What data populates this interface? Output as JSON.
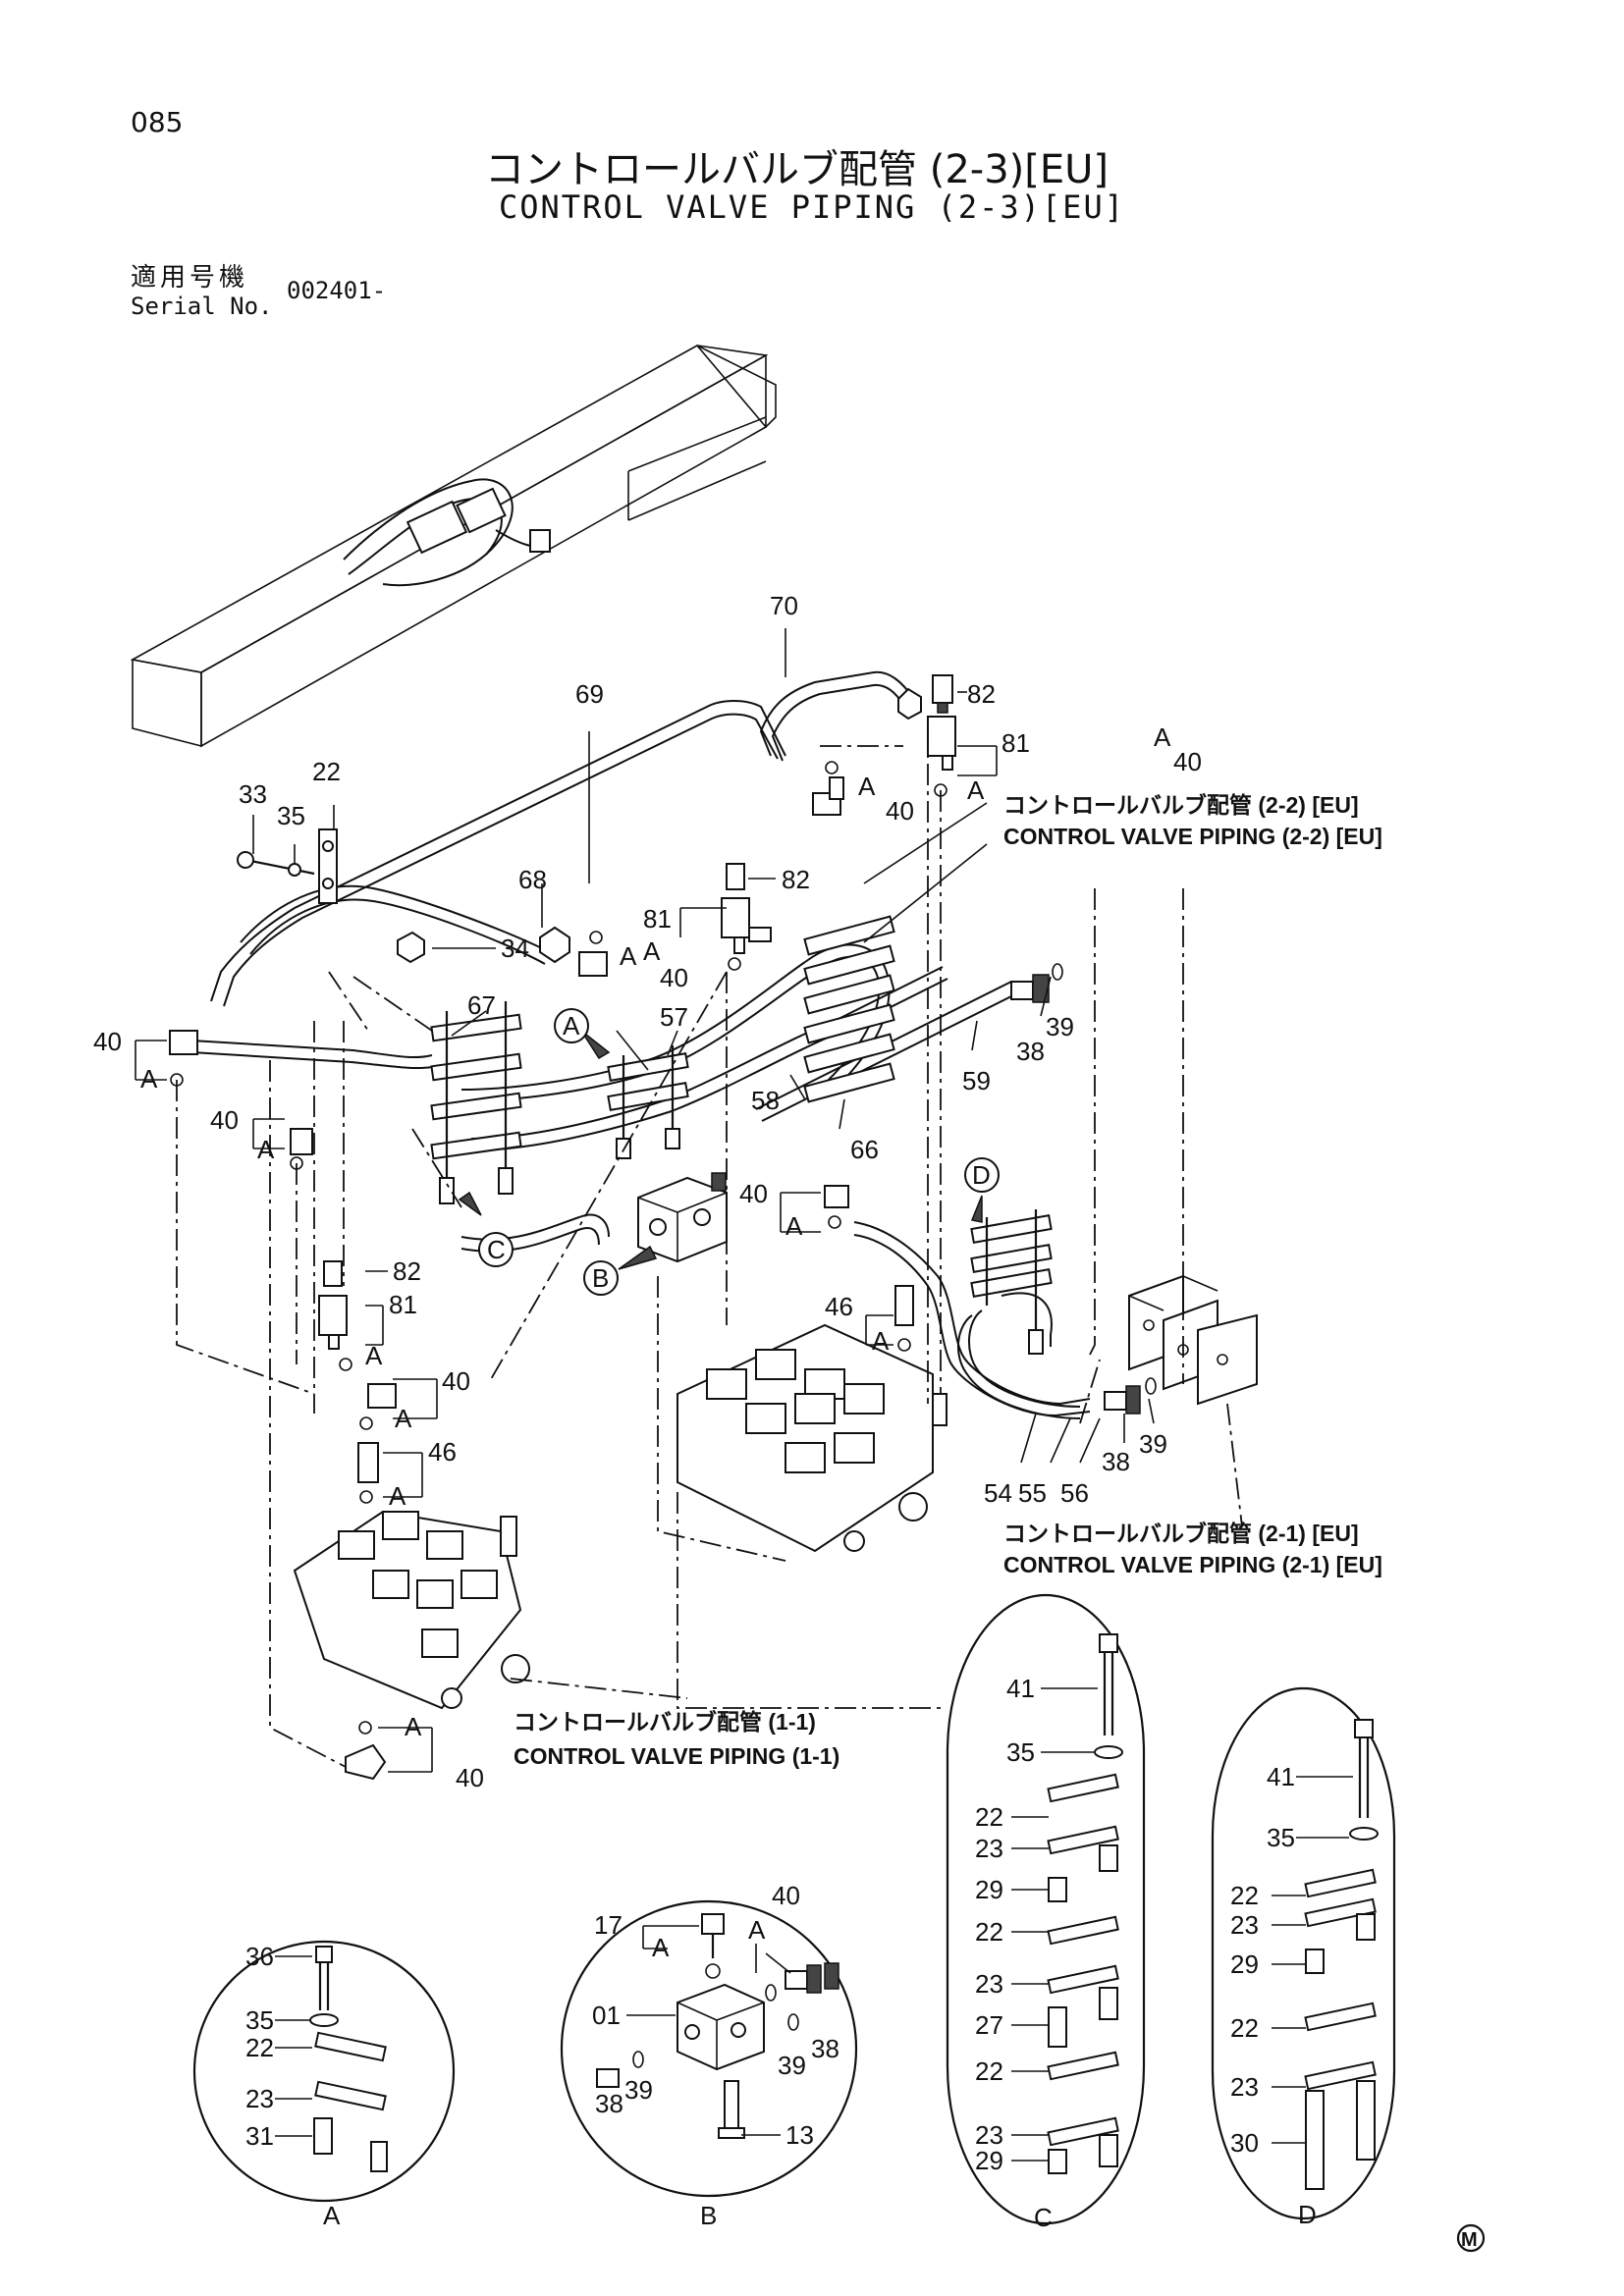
{
  "header": {
    "page_number": "085",
    "title_jp": "コントロールバルブ配管 (2-3)[EU]",
    "title_en": "CONTROL VALVE PIPING (2-3)[EU]",
    "serial_label_jp": "適用号機",
    "serial_label_en": "Serial No.",
    "serial_value": "002401-"
  },
  "callouts": {
    "c70": "70",
    "c69": "69",
    "c82a": "82",
    "c81a": "81",
    "cA1": "A",
    "c40a": "40",
    "cA2": "A",
    "c22": "22",
    "c33": "33",
    "c35": "35",
    "c68": "68",
    "c82b": "82",
    "c81b": "81",
    "cA3": "A",
    "c40b": "40",
    "cA4": "A",
    "c34": "34",
    "c67": "67",
    "c57": "57",
    "c39a": "39",
    "c38a": "38",
    "c59": "59",
    "c40c": "40",
    "cA5": "A",
    "c58": "58",
    "c66": "66",
    "c40d": "40",
    "cA6": "A",
    "c40e": "40",
    "cA7": "A",
    "c82c": "82",
    "c81c": "81",
    "cA8": "A",
    "c40f": "40",
    "cA9": "A",
    "c46a": "46",
    "cA10": "A",
    "c46b": "46",
    "cA11": "A",
    "c40g": "40",
    "cA12": "A",
    "c54": "54",
    "c55": "55",
    "c56": "56",
    "c38b": "38",
    "c39b": "39",
    "cA13": "A",
    "c40h": "40"
  },
  "view_markers": {
    "A": "A",
    "B": "B",
    "C": "C",
    "D": "D"
  },
  "references": {
    "ref_22_jp": "コントロールバルブ配管 (2-2) [EU]",
    "ref_22_en": "CONTROL VALVE PIPING (2-2) [EU]",
    "ref_21_jp": "コントロールバルブ配管 (2-1) [EU]",
    "ref_21_en": "CONTROL VALVE PIPING (2-1) [EU]",
    "ref_11_jp": "コントロールバルブ配管 (1-1)",
    "ref_11_en": "CONTROL VALVE PIPING (1-1)"
  },
  "detail_A": {
    "label": "A",
    "parts": [
      "36",
      "35",
      "22",
      "23",
      "31"
    ]
  },
  "detail_B": {
    "label": "B",
    "parts": [
      "17",
      "A",
      "40",
      "A",
      "01",
      "38",
      "39",
      "38",
      "39",
      "13"
    ]
  },
  "detail_C": {
    "label": "C",
    "parts": [
      "41",
      "35",
      "22",
      "23",
      "29",
      "22",
      "23",
      "27",
      "22",
      "23",
      "29"
    ]
  },
  "detail_D": {
    "label": "D",
    "parts": [
      "41",
      "35",
      "22",
      "23",
      "29",
      "22",
      "23",
      "30"
    ]
  },
  "footer_mark": "M"
}
